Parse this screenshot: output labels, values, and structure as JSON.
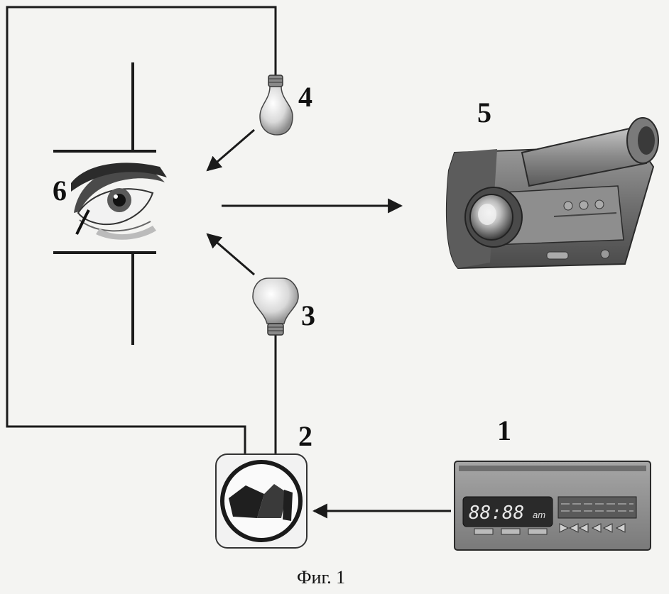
{
  "labels": {
    "n1": "1",
    "n2": "2",
    "n3": "3",
    "n4": "4",
    "n5": "5",
    "n6": "6"
  },
  "clock": {
    "time": "88:88",
    "ampm": "am"
  },
  "caption": "Фиг. 1",
  "icons": {
    "timer": "digital-timer-icon",
    "switch": "relay-switch-icon",
    "lamp_lower": "light-bulb-icon",
    "lamp_upper": "light-bulb-icon",
    "camera": "video-camera-icon",
    "eye": "eye-icon"
  }
}
